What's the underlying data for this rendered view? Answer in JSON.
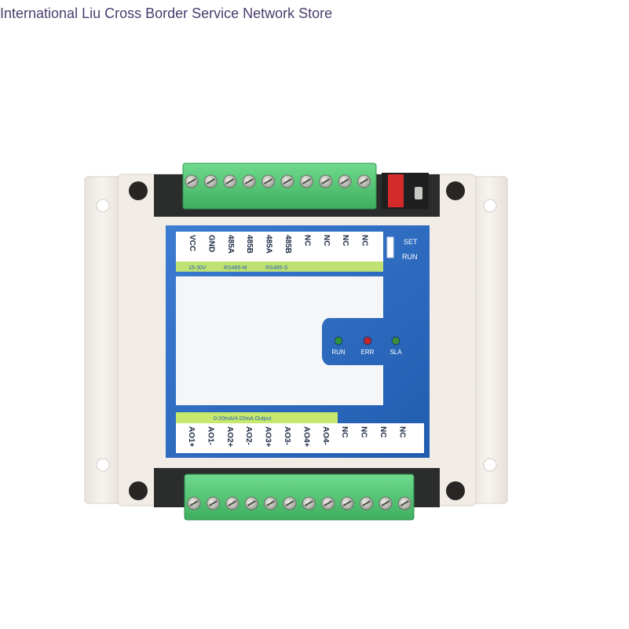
{
  "store_name": "International Liu Cross Border Service Network Store",
  "device": {
    "top_terminals": [
      "VCC",
      "GND",
      "485A",
      "485B",
      "485A",
      "485B",
      "NC",
      "NC",
      "NC",
      "NC"
    ],
    "top_groups": [
      "15-30V",
      "RS485-M",
      "RS485-S"
    ],
    "switch_labels": [
      "SET",
      "RUN"
    ],
    "leds": [
      {
        "label": "RUN",
        "color": "#2f8f3a"
      },
      {
        "label": "ERR",
        "color": "#c0262b"
      },
      {
        "label": "SLA",
        "color": "#3b8f3a"
      }
    ],
    "output_band": "0-20mA/4-20mA Output",
    "bottom_terminals": [
      "AO1+",
      "AO1-",
      "AO2+",
      "AO2-",
      "AO3+",
      "AO3-",
      "AO4+",
      "AO4-",
      "NC",
      "NC",
      "NC",
      "NC"
    ],
    "colors": {
      "panel": "#2f6fc4",
      "connector": "#56c978",
      "housing": "#f3eee9",
      "band": "#c6e86d"
    }
  }
}
